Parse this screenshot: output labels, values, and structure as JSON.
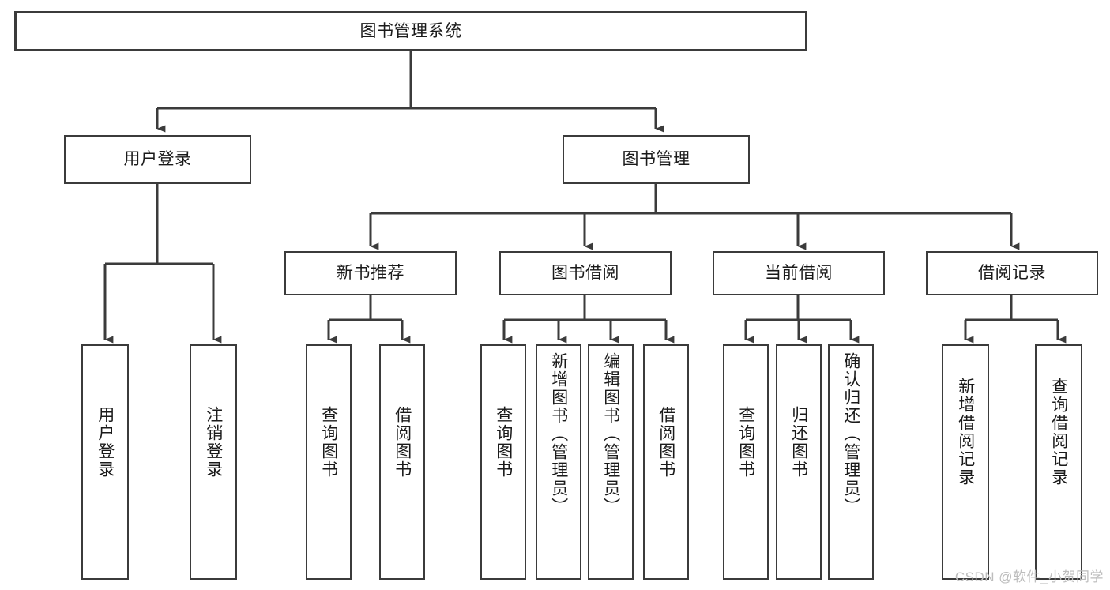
{
  "diagram": {
    "title": "图书管理系统",
    "type": "tree",
    "watermark": "CSDN @软件_小贺同学",
    "colors": {
      "box_border": "#3b3b3b",
      "box_fill": "#ffffff",
      "connector": "#3b3b3b",
      "text": "#1a1a1a",
      "watermark": "#bdbdbd",
      "background": "#ffffff"
    },
    "root": {
      "label": "图书管理系统"
    },
    "level1": [
      {
        "label": "用户登录"
      },
      {
        "label": "图书管理"
      }
    ],
    "level2": [
      {
        "label": "新书推荐"
      },
      {
        "label": "图书借阅"
      },
      {
        "label": "当前借阅"
      },
      {
        "label": "借阅记录"
      }
    ],
    "leaves": {
      "user_login": [
        {
          "label": "用户登录"
        },
        {
          "label": "注销登录"
        }
      ],
      "new_book_recommend": [
        {
          "label": "查询图书"
        },
        {
          "label": "借阅图书"
        }
      ],
      "book_borrow": [
        {
          "label": "查询图书"
        },
        {
          "label": "新增图书（管理员）"
        },
        {
          "label": "编辑图书（管理员）"
        },
        {
          "label": "借阅图书"
        }
      ],
      "current_borrow": [
        {
          "label": "查询图书"
        },
        {
          "label": "归还图书"
        },
        {
          "label": "确认归还（管理员）"
        }
      ],
      "borrow_record": [
        {
          "label": "新增借阅记录"
        },
        {
          "label": "查询借阅记录"
        }
      ]
    }
  }
}
